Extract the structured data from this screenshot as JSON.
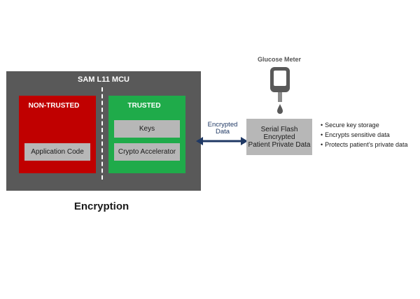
{
  "mcu": {
    "title": "SAM L11 MCU",
    "non_trusted_label": "NON-TRUSTED",
    "trusted_label": "TRUSTED",
    "app_code_label": "Application Code",
    "keys_label": "Keys",
    "crypto_label": "Crypto Accelerator"
  },
  "link": {
    "line1": "Encrypted",
    "line2": "Data"
  },
  "flash": {
    "line1": "Serial Flash",
    "line2": "Encrypted",
    "line3": "Patient Private Data"
  },
  "meter": {
    "label": "Glucose Meter"
  },
  "features": [
    "Secure key storage",
    "Encrypts sensitive data",
    "Protects patient’s private data"
  ],
  "caption": "Encryption",
  "colors": {
    "mcu_bg": "#595959",
    "non_trusted": "#c00000",
    "trusted": "#1fab4a",
    "box_gray": "#b7b7b7",
    "arrow": "#1f3864"
  }
}
